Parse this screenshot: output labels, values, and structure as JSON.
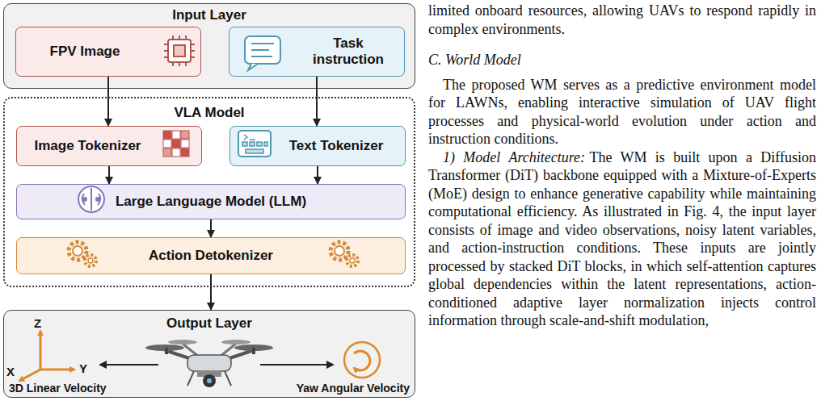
{
  "diagram": {
    "nodes": [
      {
        "text": [
          "Input Layer"
        ]
      },
      {
        "text": [
          "FPV Image"
        ],
        "in": 0
      },
      {
        "text": [
          "Task instruction"
        ],
        "in": 0
      },
      {
        "text": [
          "VLA Model"
        ]
      },
      {
        "text": [
          "Image Tokenizer"
        ],
        "in": 3
      },
      {
        "text": [
          "Text Tokenizer"
        ],
        "in": 3
      },
      {
        "text": [
          "Large Language Model (LLM)"
        ],
        "in": 3
      },
      {
        "text": [
          "Action Detokenizer"
        ],
        "in": 3
      },
      {
        "text": [
          "Output Layer",
          "3D Linear Velocity",
          "Yaw Angular Velocity"
        ]
      }
    ],
    "edges": [
      {
        "from": 1,
        "to": 4,
        "arrow": "to"
      },
      {
        "from": 2,
        "to": 5,
        "arrow": "to"
      },
      {
        "from": 4,
        "to": 6,
        "arrow": "to"
      },
      {
        "from": 5,
        "to": 6,
        "arrow": "to"
      },
      {
        "from": 6,
        "to": 7,
        "arrow": "to"
      },
      {
        "from": 7,
        "to": 8,
        "arrow": "to"
      }
    ],
    "labels": [
      "Z",
      "Y",
      "X",
      "limited onboard resources, allowing UAVs to respond rapidly in complex environments.",
      "C. World Model",
      "The proposed WM serves as a predictive environment model for LAWNs, enabling interactive simulation of UAV flight processes and physical-world evolution under action and instruction conditions.",
      "1) Model Architecture:",
      "The WM is built upon a Diffusion Transformer (DiT) backbone equipped with a Mixture-of-Experts (MoE) design to enhance generative capability while maintaining computational efficiency. As illustrated in Fig. 4, the input layer consists of image and video observations, noisy latent variables, and action-instruction conditions. These inputs are jointly processed by stacked DiT blocks, in which self-attention captures global dependencies within the latent representations, action-conditioned adaptive layer normalization injects control information through scale-and-shift modulation,"
    ]
  }
}
